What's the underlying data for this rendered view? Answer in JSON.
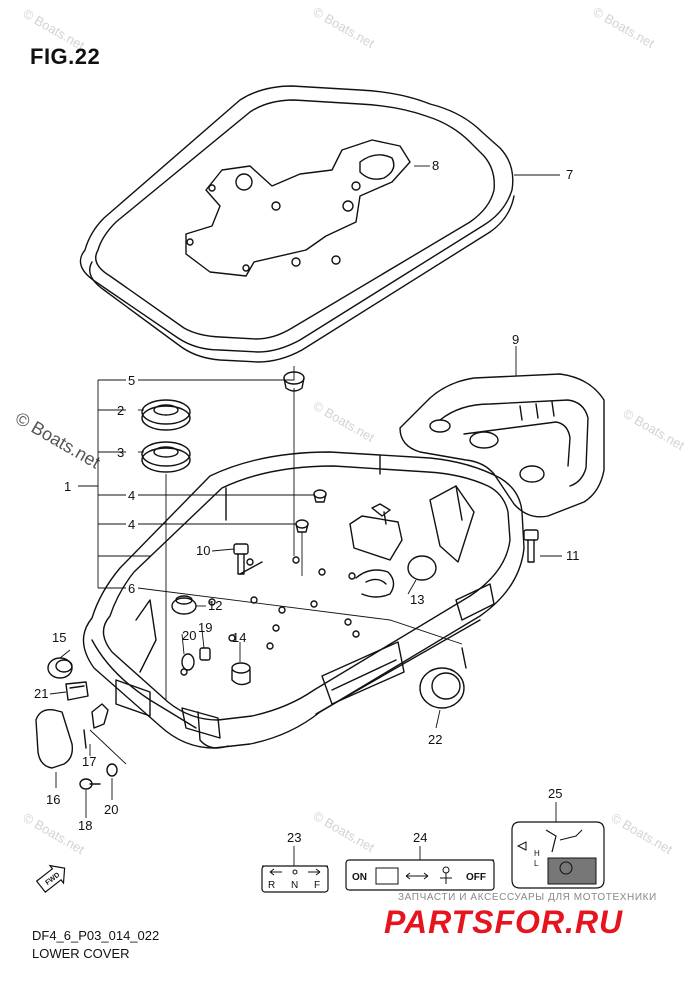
{
  "figure": {
    "title": "FIG.22",
    "code": "DF4_6_P03_014_022",
    "section": "LOWER COVER"
  },
  "callouts": [
    "1",
    "2",
    "3",
    "4",
    "4",
    "5",
    "6",
    "7",
    "8",
    "9",
    "10",
    "11",
    "12",
    "13",
    "14",
    "15",
    "16",
    "17",
    "18",
    "19",
    "20",
    "20",
    "21",
    "22",
    "23",
    "24",
    "25"
  ],
  "labels": {
    "shift_r": "R",
    "shift_n": "N",
    "shift_f": "F",
    "on": "ON",
    "off": "OFF",
    "oil_h": "H",
    "oil_l": "L",
    "fwd": "FWD"
  },
  "watermark": {
    "text": "© Boats.net",
    "large_text": "© Boats.net"
  },
  "brand": {
    "tagline": "ЗАПЧАСТИ И АКСЕССУАРЫ ДЛЯ МОТОТЕХНИКИ",
    "name": "PARTSFOR.RU",
    "color": "#e6141f"
  }
}
